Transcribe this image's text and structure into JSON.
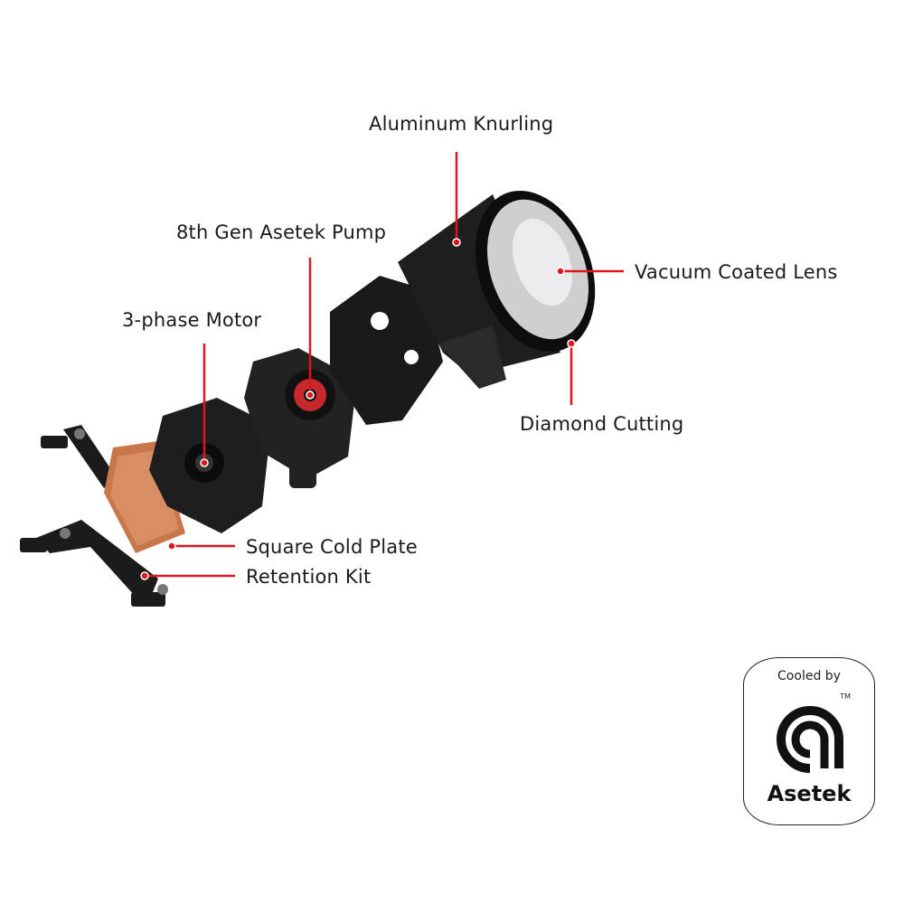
{
  "callouts": {
    "aluminum_knurling": "Aluminum Knurling",
    "pump": "8th Gen Asetek Pump",
    "motor": "3-phase Motor",
    "lens": "Vacuum Coated Lens",
    "diamond": "Diamond Cutting",
    "cold_plate": "Square Cold Plate",
    "retention": "Retention Kit"
  },
  "badge": {
    "cooled_by": "Cooled by",
    "brand": "Asetek",
    "tm": "TM"
  },
  "colors": {
    "callout": "#e0141e",
    "copper": "#c8764a",
    "part": "#1c1c1c"
  }
}
